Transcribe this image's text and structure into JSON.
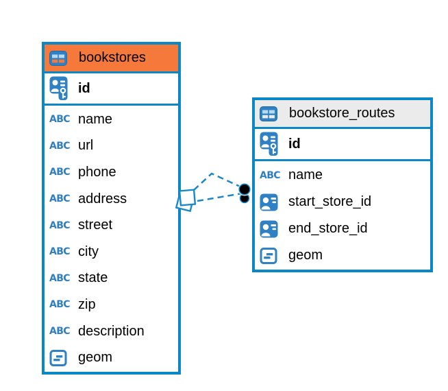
{
  "diagram": {
    "icons": {
      "text_glyph": "ABC"
    },
    "colors": {
      "table_border": "#0c87c6",
      "icon_blue": "#2e81c4",
      "icon_cell_light": "#b9d9f0",
      "bookstores_header": "#f5793b",
      "bookstore_routes_header": "#ebebeb",
      "relationship_line": "#1788ca",
      "relationship_dot": "#000000"
    },
    "entities": [
      {
        "name": "bookstores",
        "primary_key": {
          "name": "id",
          "type": "primary-key"
        },
        "fields": [
          {
            "name": "name",
            "type": "text"
          },
          {
            "name": "url",
            "type": "text"
          },
          {
            "name": "phone",
            "type": "text"
          },
          {
            "name": "address",
            "type": "text"
          },
          {
            "name": "street",
            "type": "text"
          },
          {
            "name": "city",
            "type": "text"
          },
          {
            "name": "state",
            "type": "text"
          },
          {
            "name": "zip",
            "type": "text"
          },
          {
            "name": "description",
            "type": "text"
          },
          {
            "name": "geom",
            "type": "geometry"
          }
        ]
      },
      {
        "name": "bookstore_routes",
        "primary_key": {
          "name": "id",
          "type": "primary-key"
        },
        "fields": [
          {
            "name": "name",
            "type": "text"
          },
          {
            "name": "start_store_id",
            "type": "reference"
          },
          {
            "name": "end_store_id",
            "type": "reference"
          },
          {
            "name": "geom",
            "type": "geometry"
          }
        ]
      }
    ],
    "relationship": {
      "style": "dashed",
      "color": "#1788ca"
    }
  }
}
